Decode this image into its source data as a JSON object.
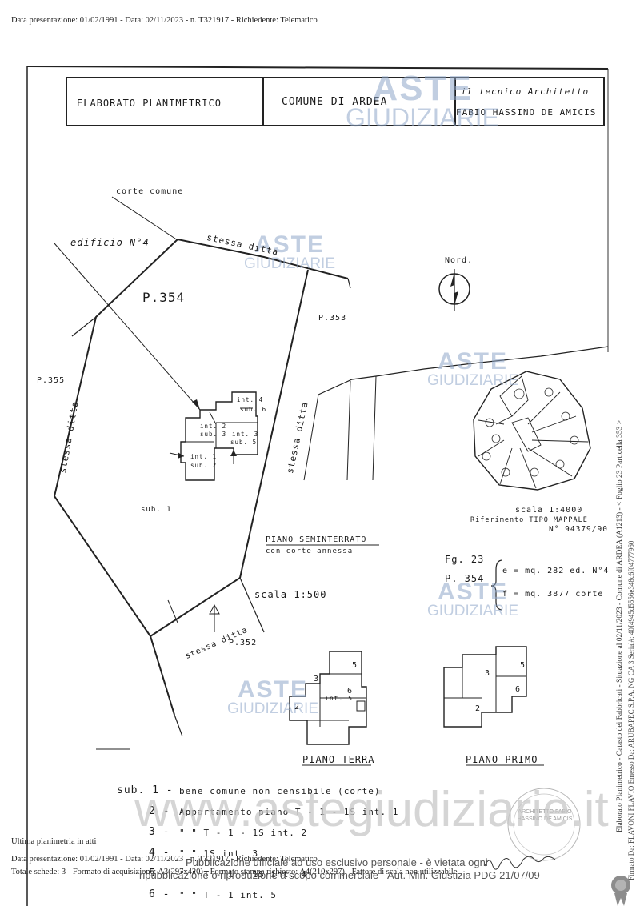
{
  "header_line": "Data presentazione: 01/02/1991 - Data: 02/11/2023 - n. T321917 - Richiedente: Telematico",
  "title_block": {
    "elaborato": "ELABORATO PLANIMETRICO",
    "comune": "COMUNE DI ARDEA",
    "tecnico_line1": "il tecnico Architetto",
    "tecnico_line2": "FABIO HASSINO DE AMICIS"
  },
  "watermark": {
    "line1": "ASTE",
    "line2": "GIUDIZIARIE"
  },
  "plan_labels": {
    "corte_comune": "corte comune",
    "edificio": "edificio N°4",
    "stessa_ditta_top": "stessa ditta",
    "p354": "P.354",
    "p353": "P.353",
    "p355": "P.355",
    "stessa_ditta_left": "stessa ditta",
    "stessa_ditta_right": "stessa ditta",
    "stessa_ditta_bottom": "stessa ditta",
    "sub1": "sub. 1",
    "p352": "P.352",
    "int4": "int. 4",
    "sub6": "sub. 6",
    "int2": "int. 2",
    "sub3": "sub. 3",
    "int3": "int. 3",
    "sub5": "sub. 5",
    "int1": "int. 1",
    "sub2": "sub. 2"
  },
  "nord_label": "Nord.",
  "piano_seminterrato": "PIANO SEMINTERRATO",
  "con_corte": "con corte annessa",
  "scala_500": "scala 1:500",
  "scala_4000": "scala 1:4000",
  "riferimento": "Riferimento TIPO MAPPALE",
  "numero_tipo": "N° 94379/90",
  "fg": "Fg. 23",
  "p354_legend": "P. 354",
  "legend_e": "e = mq. 282 ed. N°4",
  "legend_f": "f = mq. 3877 corte",
  "piano_terra": "PIANO TERRA",
  "piano_primo": "PIANO PRIMO",
  "floor_numbers": {
    "n3": "3",
    "n5": "5",
    "n6": "6",
    "n2": "2",
    "int5": "int. 5"
  },
  "sub_list": [
    {
      "num": "sub. 1 -",
      "text": "bene comune non censibile (corte)"
    },
    {
      "num": "2 -",
      "text": "Appartamento piano T - 1 - 1S int. 1"
    },
    {
      "num": "3 -",
      "text": "\"  \"  T - 1 - 1S int. 2"
    },
    {
      "num": "4 -",
      "text": "\"  \"  1S int. 3"
    },
    {
      "num": "5 -",
      "text": "\"  \"  T - 1 - 1S int. 4"
    },
    {
      "num": "6 -",
      "text": "\"  \"  T - 1 int. 5"
    }
  ],
  "stamp_text": "ARCHITETTO FABIO HASSINO DE AMICIS",
  "side_text_1": "Elaborato Planimetrico - Catasto dei Fabbricati - Situazione al 02/11/2023 - Comune di ARDEA (A1213) - < Foglio 23 Particella 353 >",
  "side_text_2": "Firmato Da: FLAVONI FLAVIO Emesso Da: ARUBAPEC S.P.A. NG CA 3 Serial#: 40f4945d5556e348c6f04777960",
  "ultima": "Ultima planimetria in atti",
  "footer_1": "Data presentazione: 01/02/1991 - Data: 02/11/2023 - n. T321917 - Richiedente: Telematico",
  "footer_2": "Totale schede: 3 - Formato di acquisizione: A3(297x420) - Formato stampa richiesto: A4(210x297) - Fattore di scala non utilizzabile",
  "site_url": "www.astegiudiziarie.it",
  "publication_1": "Pubblicazione ufficiale ad uso esclusivo personale - è vietata ogni",
  "publication_2": "ripubblicazione o riproduzione a scopo commerciale - Aut. Min. Giustizia PDG 21/07/09"
}
